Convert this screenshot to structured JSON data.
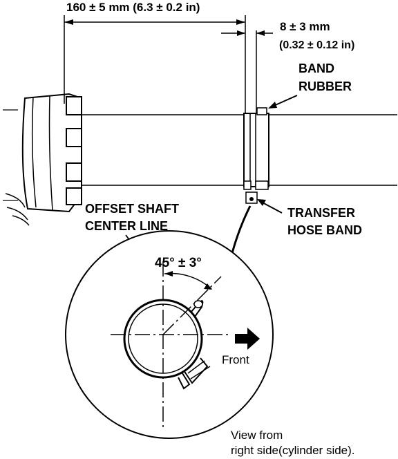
{
  "dimensions": {
    "overall": "160 ± 5 mm (6.3 ± 0.2 in)",
    "offset_mm": "8 ± 3 mm",
    "offset_in": "(0.32 ± 0.12 in)",
    "angle": "45° ± 3°"
  },
  "callouts": {
    "band_rubber_line1": "BAND",
    "band_rubber_line2": "RUBBER",
    "transfer_line1": "TRANSFER",
    "transfer_line2": "HOSE BAND",
    "offset_line1": "OFFSET SHAFT",
    "offset_line2": "CENTER LINE"
  },
  "detail": {
    "direction_label": "Front",
    "view_line1": "View from",
    "view_line2": "right side(cylinder side)."
  },
  "colors": {
    "ink": "#000000",
    "paper": "#ffffff"
  }
}
